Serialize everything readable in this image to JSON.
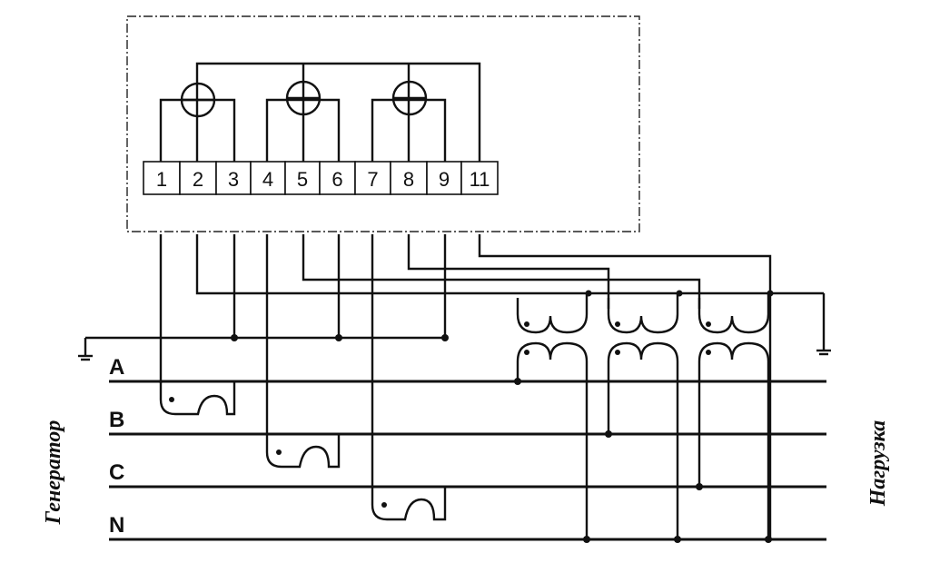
{
  "meter": {
    "terminals": [
      "1",
      "2",
      "3",
      "4",
      "5",
      "6",
      "7",
      "8",
      "9",
      "11"
    ]
  },
  "phases": {
    "a": "A",
    "b": "B",
    "c": "C",
    "n": "N"
  },
  "side_labels": {
    "left": "Генератор",
    "right": "Нагрузка"
  }
}
